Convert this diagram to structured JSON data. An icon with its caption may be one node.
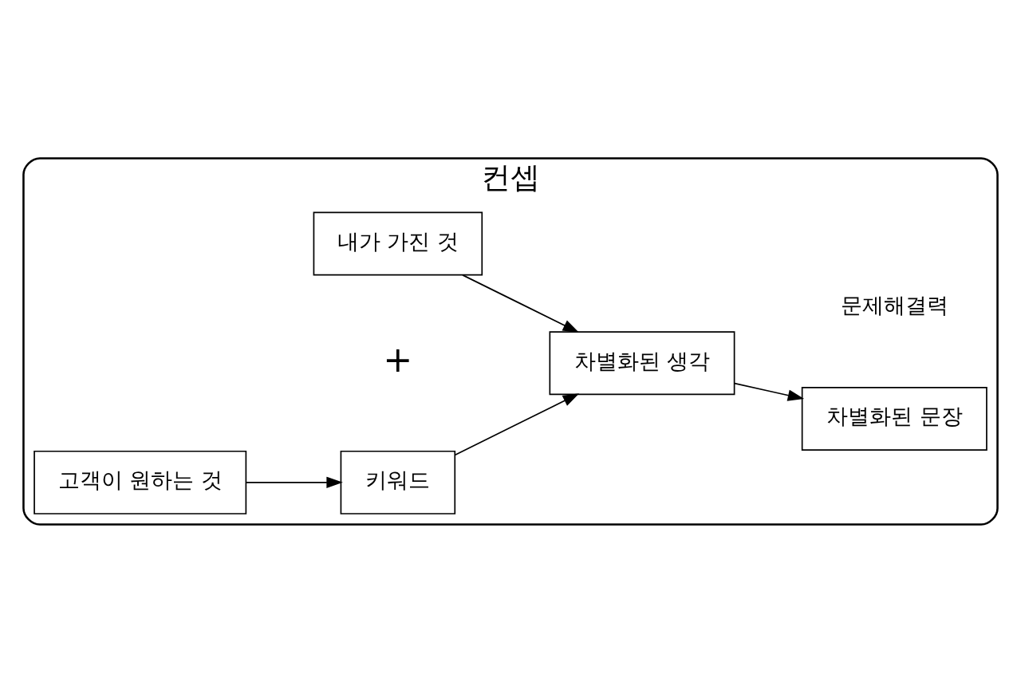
{
  "diagram": {
    "nodes": [
      {
        "text": [
          "컨셉"
        ]
      },
      {
        "text": [
          "고객이 원하는 것"
        ],
        "in": 0
      },
      {
        "text": [
          "키워드"
        ],
        "in": 0
      },
      {
        "text": [
          "내가 가진 것"
        ],
        "in": 0
      },
      {
        "text": [
          "차별화된 생각"
        ],
        "in": 0
      },
      {
        "text": [
          "차별화된 문장"
        ],
        "in": 0
      }
    ],
    "edges": [
      {
        "from": 1,
        "to": 2,
        "arrow": "to"
      },
      {
        "from": 2,
        "to": 4,
        "arrow": "to"
      },
      {
        "from": 3,
        "to": 4,
        "arrow": "to"
      },
      {
        "from": 4,
        "to": 5,
        "arrow": "to"
      }
    ],
    "labels": [
      "+",
      "문제해결력"
    ]
  }
}
